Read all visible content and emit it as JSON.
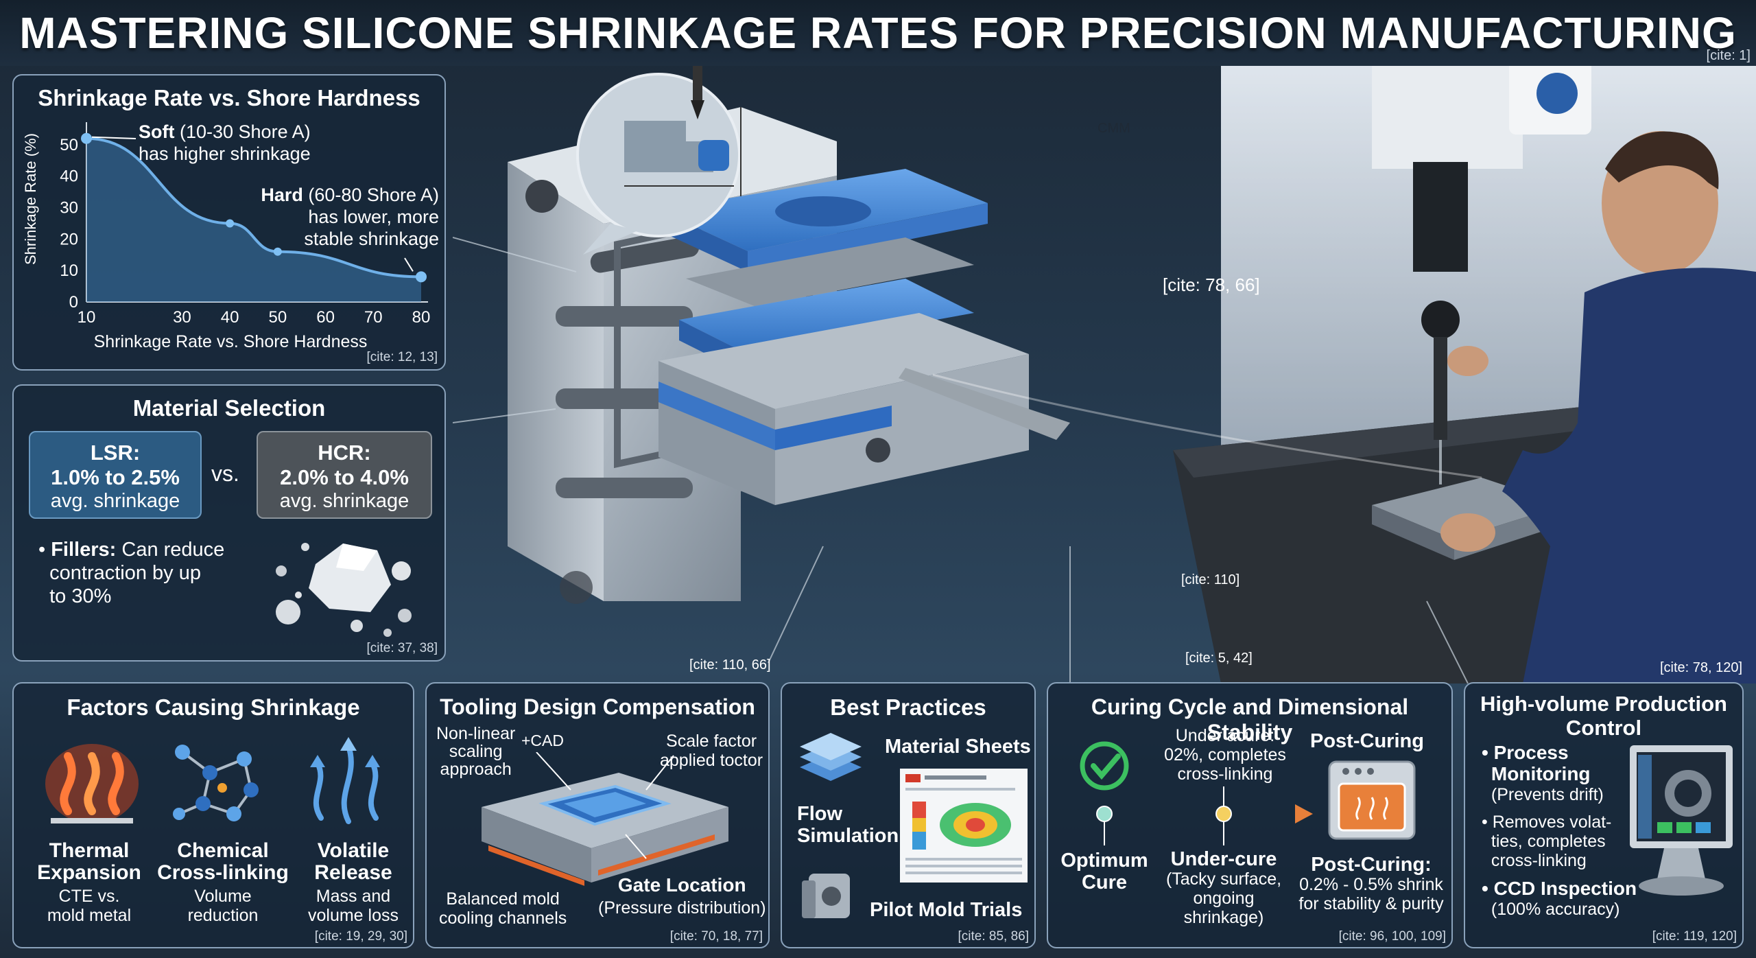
{
  "title": "MASTERING SILICONE SHRINKAGE RATES FOR PRECISION MANUFACTURING",
  "title_cite": "[cite: 1]",
  "chart_panel": {
    "title": "Shrinkage Rate vs. Shore Hardness",
    "ylabel": "Shrinkage Rate (%)",
    "xlabel": "Shrinkage Rate vs. Shore Hardness",
    "soft_bold": "Soft",
    "soft_rest": " (10-30 Shore A)",
    "soft_line2": "has higher shrinkage",
    "hard_bold": "Hard",
    "hard_rest": " (60-80 Shore A)",
    "hard_line2": "has lower, more",
    "hard_line3": "stable shrinkage",
    "cite": "[cite: 12, 13]"
  },
  "chart_data": {
    "type": "area",
    "title": "Shrinkage Rate vs. Shore Hardness",
    "xlabel": "Shrinkage Rate vs. Shore Hardness",
    "ylabel": "Shrinkage Rate (%)",
    "x": [
      10,
      40,
      50,
      80
    ],
    "y": [
      52,
      25,
      16,
      8
    ],
    "xticks": [
      "10",
      "30",
      "40",
      "50",
      "60",
      "70",
      "80"
    ],
    "xtick_values": [
      10,
      30,
      40,
      50,
      60,
      70,
      80
    ],
    "yticks": [
      "0",
      "10",
      "20",
      "30",
      "40",
      "50"
    ],
    "ytick_values": [
      0,
      10,
      20,
      30,
      40,
      50
    ],
    "xlim": [
      10,
      80
    ],
    "ylim": [
      0,
      55
    ],
    "grid": false,
    "colors": {
      "line": "#6fb0e8",
      "fill": "#3d78ad"
    }
  },
  "material": {
    "title": "Material Selection",
    "lsr_line1": "LSR:",
    "lsr_line2": "1.0% to 2.5%",
    "lsr_line3": "avg. shrinkage",
    "vs": "vs.",
    "hcr_line1": "HCR:",
    "hcr_line2": "2.0% to 4.0%",
    "hcr_line3": "avg. shrinkage",
    "fillers_bold": "Fillers:",
    "fillers_rest": " Can reduce",
    "fillers_line2": "contraction by up",
    "fillers_line3": "to 30%",
    "cite": "[cite: 37, 38]"
  },
  "scene": {
    "cmm_label": "CMM",
    "cite_78_66": "[cite: 78, 66]",
    "cite_110": "[cite: 110]",
    "cite_110_66": "[cite: 110, 66]",
    "cite_5_42": "[cite: 5, 42]",
    "cite_78_120": "[cite: 78, 120]"
  },
  "factors": {
    "title": "Factors Causing Shrinkage",
    "items": [
      {
        "title1": "Thermal",
        "title2": "Expansion",
        "desc1": "CTE vs.",
        "desc2": "mold metal"
      },
      {
        "title1": "Chemical",
        "title2": "Cross-linking",
        "desc1": "Volume",
        "desc2": "reduction"
      },
      {
        "title1": "Volatile",
        "title2": "Release",
        "desc1": "Mass and",
        "desc2": "volume loss"
      }
    ],
    "cite": "[cite: 19, 29, 30]"
  },
  "tooling": {
    "title": "Tooling Design Compensation",
    "nonlinear1": "Non-linear",
    "nonlinear2": "scaling",
    "nonlinear3": "approach",
    "cad": "+CAD",
    "scale1": "Scale factor",
    "scale2": "applied toctor",
    "gate_bold": "Gate Location",
    "gate_desc": "(Pressure distribution)",
    "balanced1": "Balanced mold",
    "balanced2": "cooling channels",
    "cite": "[cite: 70, 18, 77]"
  },
  "best": {
    "title": "Best Practices",
    "sheets": "Material Sheets",
    "flow1": "Flow",
    "flow2": "Simulation",
    "pilot": "Pilot Mold Trials",
    "cite": "[cite: 85, 86]"
  },
  "curing": {
    "title": "Curing Cycle and Dimensional Stability",
    "under_acure1": "Under acure:",
    "under_acure2": "02%, completes",
    "under_acure3": "cross-linking",
    "post_label": "Post-Curing",
    "optimum1": "Optimum",
    "optimum2": "Cure",
    "undercure_bold": "Under-cure",
    "undercure1": "(Tacky surface,",
    "undercure2": "ongoing shrinkage)",
    "post_bold": "Post-Curing:",
    "post1": "0.2% - 0.5% shrink",
    "post2": "for stability & purity",
    "cite": "[cite: 96, 100, 109]"
  },
  "highvol": {
    "title1": "High-volume Production",
    "title2": "Control",
    "process1": "Process",
    "process2": "Monitoring",
    "process3": "(Prevents drift)",
    "removes1": "Removes volat-",
    "removes2": "ties, completes",
    "removes3": "cross-linking",
    "ccd_bold": "CCD Inspection",
    "ccd_desc": "(100% accuracy)",
    "cite": "[cite: 119, 120]"
  }
}
